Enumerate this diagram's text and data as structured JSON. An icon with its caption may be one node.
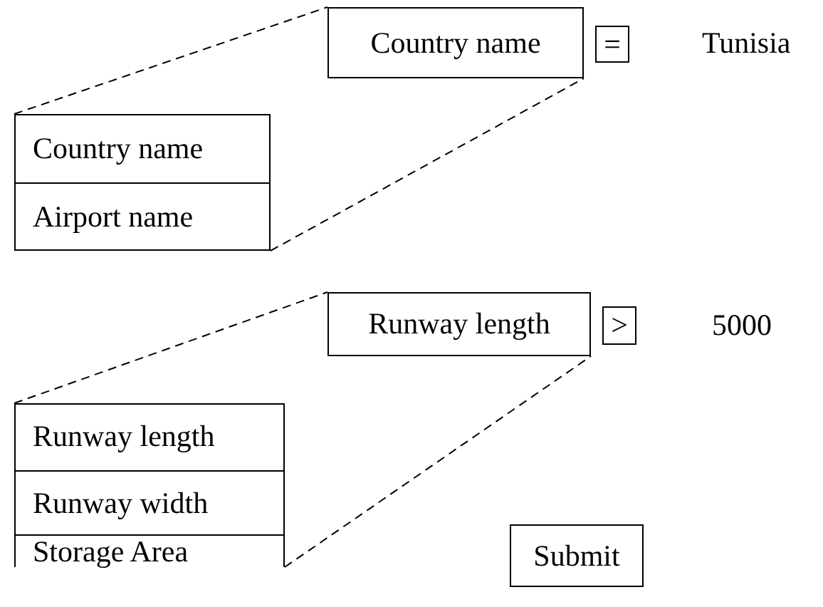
{
  "diagram": {
    "nodes": [
      {
        "text": [
          "Country name"
        ]
      },
      {
        "text": [
          "="
        ]
      },
      {
        "text": [],
        "shape": "box"
      },
      {
        "text": [
          "Country name"
        ],
        "in": 2
      },
      {
        "text": [
          "Airport name"
        ],
        "in": 2
      },
      {
        "text": [
          "Runway length"
        ]
      },
      {
        "text": [
          ">"
        ]
      },
      {
        "text": [],
        "shape": "box"
      },
      {
        "text": [
          "Runway length"
        ],
        "in": 7
      },
      {
        "text": [
          "Runway width"
        ],
        "in": 7
      },
      {
        "text": [
          "Storage Area"
        ],
        "in": 7
      },
      {
        "text": [
          "Submit"
        ]
      }
    ],
    "edges": [
      {
        "from": 2,
        "to": 0,
        "arrow": "none",
        "style": "dashed"
      },
      {
        "from": 2,
        "to": 0,
        "arrow": "none",
        "style": "dashed"
      },
      {
        "from": 7,
        "to": 5,
        "arrow": "none",
        "style": "dashed"
      },
      {
        "from": 7,
        "to": 5,
        "arrow": "none",
        "style": "dashed"
      }
    ],
    "labels": [
      "Tunisia",
      "5000"
    ]
  }
}
